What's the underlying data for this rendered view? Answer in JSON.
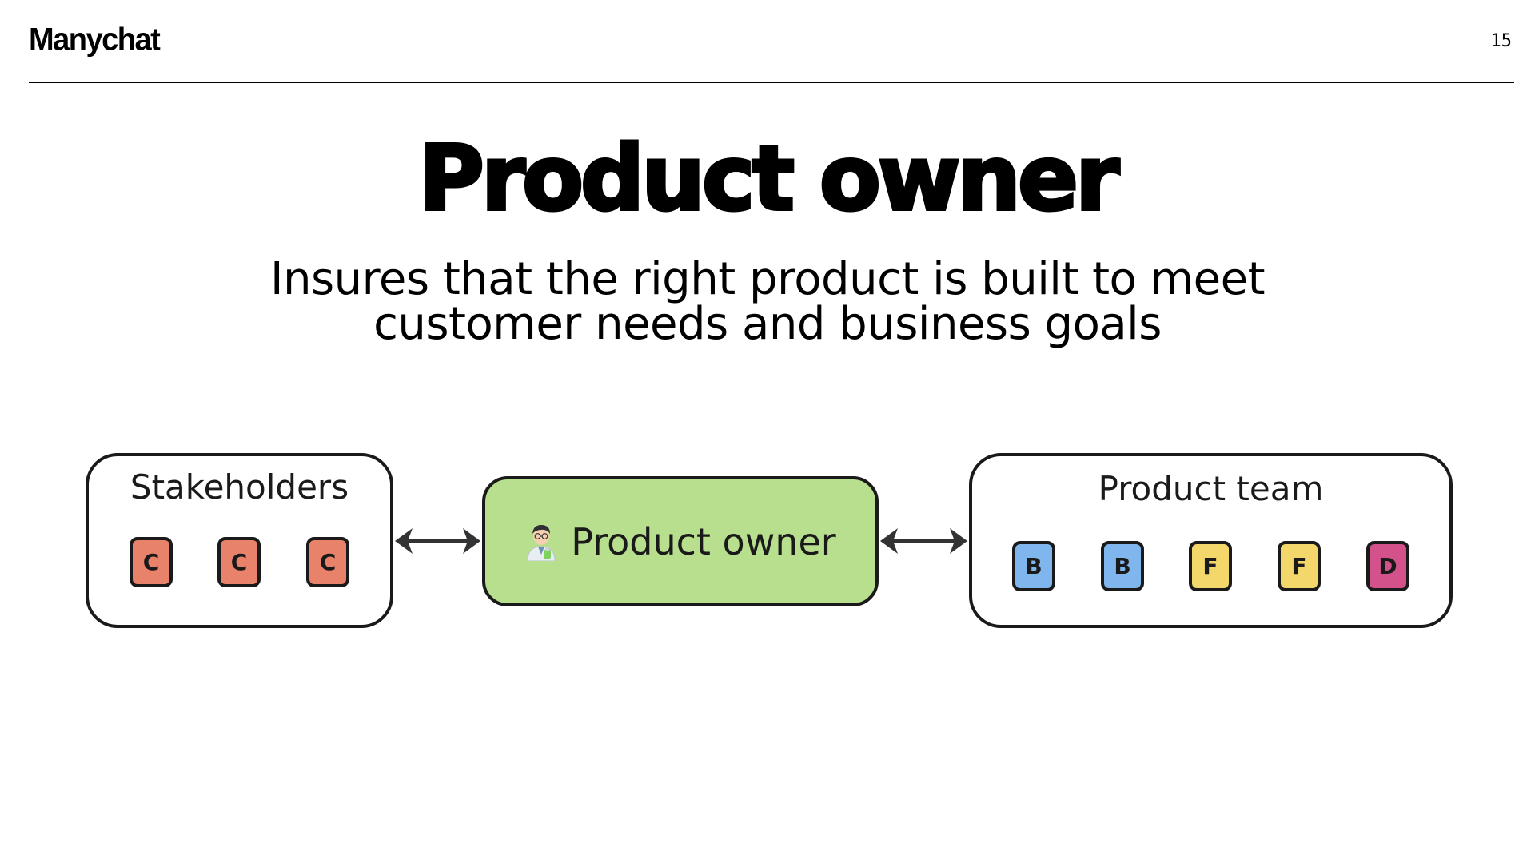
{
  "header": {
    "logo": "Manychat",
    "page_number": "15"
  },
  "title": "Product owner",
  "subtitle": {
    "line1": "Insures that the right product is built to meet",
    "line2": "customer needs and business goals"
  },
  "diagram": {
    "stakeholders": {
      "label": "Stakeholders",
      "items": [
        {
          "letter": "C",
          "color": "#e8826a"
        },
        {
          "letter": "C",
          "color": "#e8826a"
        },
        {
          "letter": "C",
          "color": "#e8826a"
        }
      ]
    },
    "product_owner": {
      "label": "Product owner",
      "icon": "scientist-person-icon",
      "color": "#b8df8e"
    },
    "product_team": {
      "label": "Product team",
      "items": [
        {
          "letter": "B",
          "color": "#7fb6ee"
        },
        {
          "letter": "B",
          "color": "#7fb6ee"
        },
        {
          "letter": "F",
          "color": "#f3d76a"
        },
        {
          "letter": "F",
          "color": "#f3d76a"
        },
        {
          "letter": "D",
          "color": "#d4528c"
        }
      ]
    },
    "connectors": [
      {
        "from": "stakeholders",
        "to": "product_owner",
        "type": "bidirectional"
      },
      {
        "from": "product_owner",
        "to": "product_team",
        "type": "bidirectional"
      }
    ]
  }
}
